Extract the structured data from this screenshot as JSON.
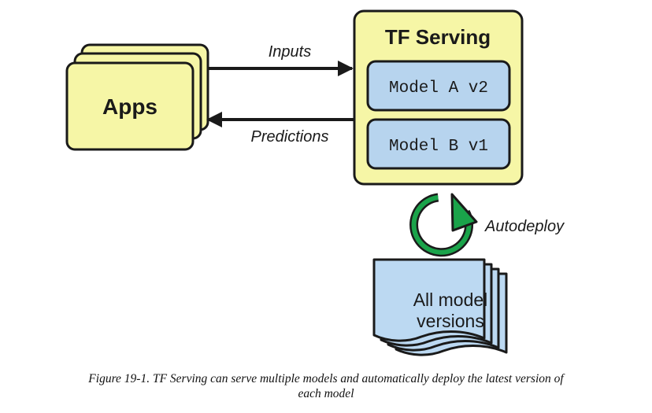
{
  "diagram": {
    "apps_label": "Apps",
    "inputs_label": "Inputs",
    "predictions_label": "Predictions",
    "tf_serving_title": "TF Serving",
    "model_a_label": "Model A v2",
    "model_b_label": "Model B v1",
    "autodeploy_label": "Autodeploy",
    "versions_line1": "All model",
    "versions_line2": "versions"
  },
  "caption": {
    "line1": "Figure 19-1. TF Serving can serve multiple models and automatically deploy the latest version of",
    "line2": "each model"
  },
  "colors": {
    "box_fill": "#f6f6a6",
    "model_fill": "#b7d4ee",
    "doc_fill": "#bcd9f2",
    "cycle_green": "#1aa34a",
    "stroke": "#1a1a1a"
  }
}
